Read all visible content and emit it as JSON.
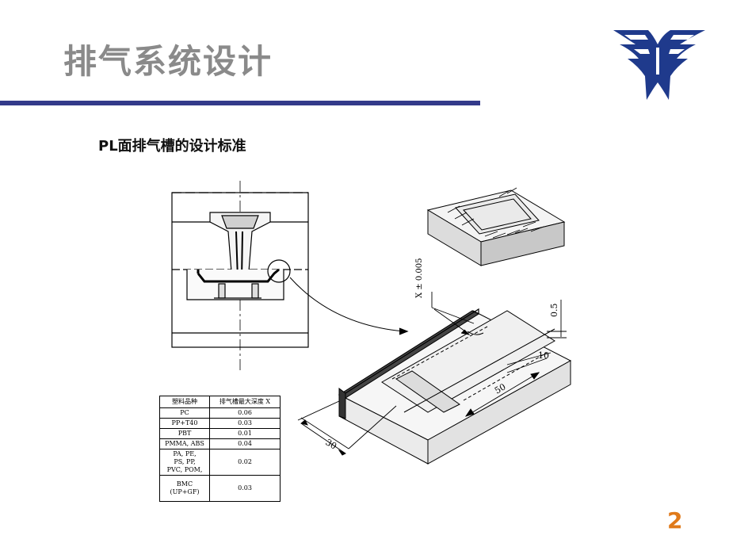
{
  "slide": {
    "title": "排气系统设计",
    "subtitle": "PL面排气槽的设计标准",
    "page_number": "2"
  },
  "logo": {
    "icon": "eagle-logo-icon",
    "color": "#1f3a8c"
  },
  "accent_rule_color": "#333a8a",
  "drawing": {
    "dim_tolerance": "X ± 0.005",
    "dim_depth": "0.5",
    "dim_10": "10",
    "dim_50": "50",
    "dim_30": "30"
  },
  "table": {
    "headers": [
      "塑料品种",
      "排气槽最大深度 X"
    ],
    "rows": [
      {
        "material": "PC",
        "depth": "0.06"
      },
      {
        "material": "PP+T40",
        "depth": "0.03"
      },
      {
        "material": "PBT",
        "depth": "0.01"
      },
      {
        "material": "PMMA, ABS",
        "depth": "0.04"
      },
      {
        "material_lines": [
          "PA, PE,",
          "PS, PP,",
          "PVC, POM,"
        ],
        "depth": "0.02"
      },
      {
        "material_lines": [
          "BMC",
          "(UP+GF)"
        ],
        "depth": "0.03"
      }
    ]
  }
}
